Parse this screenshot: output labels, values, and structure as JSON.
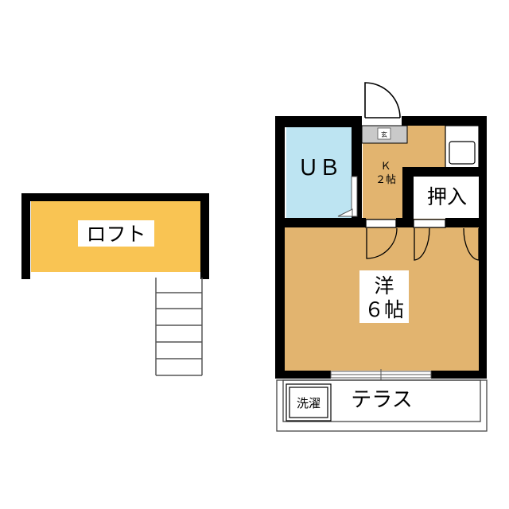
{
  "loft": {
    "label": "ロフト"
  },
  "rooms": {
    "unit_bath": "ＵＢ",
    "kitchen_line1": "Ｋ",
    "kitchen_line2": "２帖",
    "entrance": "玄",
    "closet": "押入",
    "western_line1": "洋",
    "western_line2": "６帖",
    "laundry": "洗濯",
    "terrace": "テラス"
  },
  "colors": {
    "room_floor": "#e2b46f",
    "bath": "#bde4f2",
    "loft": "#f9c453",
    "entrance_floor": "#c9c9c9",
    "wall": "#000000"
  }
}
